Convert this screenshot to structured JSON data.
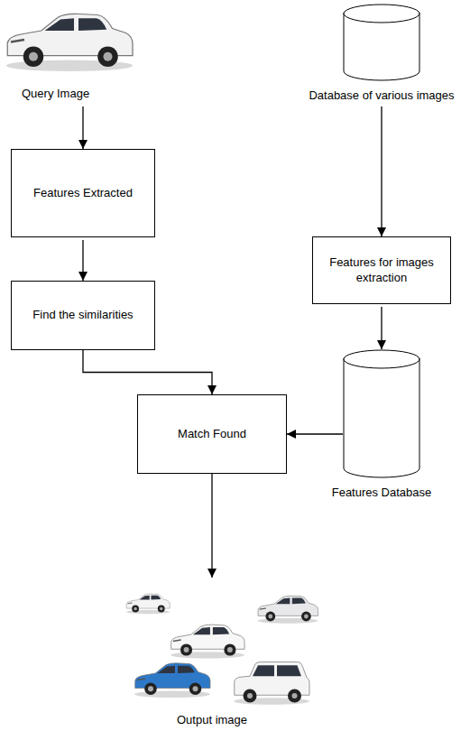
{
  "diagram": {
    "nodes": [
      {
        "text": [
          "Features Extracted"
        ]
      },
      {
        "text": [
          "Find the similarities"
        ]
      },
      {
        "text": [
          "Match Found"
        ]
      },
      {
        "text": [
          "Database of various images"
        ]
      },
      {
        "text": [
          "Features for images extraction"
        ]
      },
      {
        "text": [
          "Features Database"
        ]
      }
    ],
    "edges": [
      {
        "from": 0,
        "to": 1,
        "arrow": "to"
      },
      {
        "from": 1,
        "to": 2,
        "arrow": "to"
      },
      {
        "from": 3,
        "to": 4,
        "arrow": "to"
      },
      {
        "from": 4,
        "to": 5,
        "arrow": "to"
      },
      {
        "from": 5,
        "to": 2,
        "arrow": "to"
      }
    ],
    "labels": [
      "Query Image",
      "Output image"
    ]
  }
}
